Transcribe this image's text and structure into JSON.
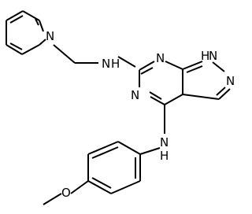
{
  "molecule": {
    "atom_labels": {
      "pyridine_n": "N",
      "linker_nh": "N",
      "linker_h": "H",
      "ring_n_upper": "N",
      "ring_n_lower": "N",
      "pyrazole_nh": "N",
      "pyrazole_h": "H",
      "pyrazole_n": "N",
      "anilino_nh": "N",
      "anilino_h": "H",
      "methoxy_o": "O"
    }
  }
}
